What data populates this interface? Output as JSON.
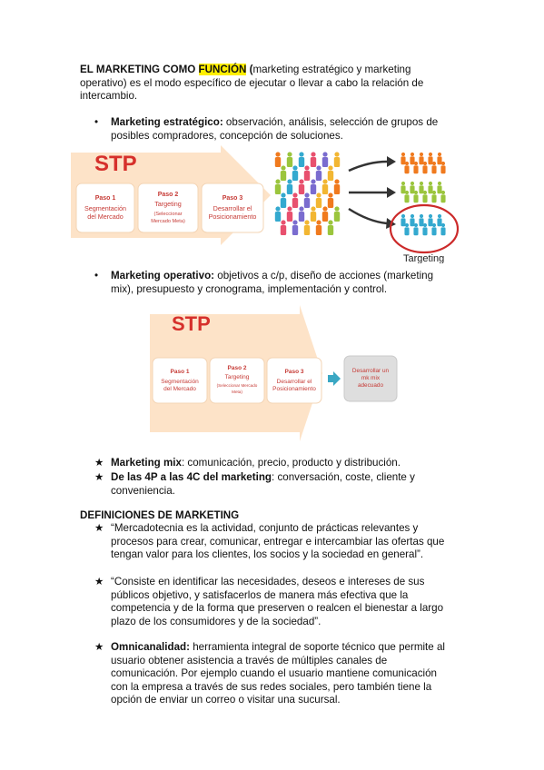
{
  "intro": {
    "prefix": "EL MARKETING COMO ",
    "highlight": "FUNCIÓN",
    "bold_paren": " (",
    "rest_line1": "marketing estratégico y marketing",
    "line2": "operativo) es el modo específico de ejecutar o llevar a cabo la relación de",
    "line3": "intercambio."
  },
  "bullets": [
    {
      "mark": "•",
      "label": "Marketing estratégico:",
      "line1": " observación, análisis, selección de grupos de",
      "line2": "posibles compradores, concepción de soluciones."
    },
    {
      "mark": "•",
      "label": "Marketing operativo:",
      "line1": " objetivos a c/p, diseño de acciones (marketing",
      "line2": "mix), presupuesto y cronograma, implementación y control."
    }
  ],
  "stp1": {
    "title": "STP",
    "steps": [
      {
        "head": "Paso 1",
        "body": [
          "Segmentación",
          "del Mercado"
        ]
      },
      {
        "head": "Paso 2",
        "body": [
          "Targeting",
          "(Seleccionar",
          "Mercado Meta)"
        ]
      },
      {
        "head": "Paso 3",
        "body": [
          "Desarrollar el",
          "Posicionamiento"
        ]
      }
    ],
    "targeting_label": "Targeting"
  },
  "stp2": {
    "title": "STP",
    "steps": [
      {
        "head": "Paso 1",
        "body": [
          "Segmentación",
          "del Mercado"
        ]
      },
      {
        "head": "Paso 2",
        "body": [
          "Targeting",
          "(Seleccionar Mercado",
          "Meta)"
        ]
      },
      {
        "head": "Paso 3",
        "body": [
          "Desarrollar el",
          "Posicionamiento"
        ]
      }
    ],
    "extra_box": [
      "Desarrollar un",
      "mk mix",
      "adecuado"
    ]
  },
  "stars": [
    {
      "mark": "★",
      "label": "Marketing mix",
      "line1": ": comunicación, precio, producto y distribución.",
      "line2": ""
    },
    {
      "mark": "★",
      "label": "De las 4P a las 4C del marketing",
      "line1": ": conversación, coste, cliente y",
      "line2": "conveniencia."
    }
  ],
  "definitions_heading": "DEFINICIONES DE MARKETING",
  "definitions": [
    {
      "mark": "★",
      "label": "",
      "lines": [
        "“Mercadotecnia es la actividad, conjunto de prácticas relevantes y",
        "procesos para crear, comunicar, entregar e intercambiar las ofertas que",
        "tengan valor para los clientes, los socios y la sociedad en general”."
      ]
    },
    {
      "mark": "★",
      "label": "",
      "lines": [
        "“Consiste en identificar las necesidades, deseos e intereses de sus",
        "públicos objetivo, y satisfacerlos de manera más efectiva que la",
        "competencia y de la forma que preserven o realcen el bienestar a largo",
        "plazo de los consumidores y de la sociedad”."
      ]
    },
    {
      "mark": "★",
      "label": "Omnicanalidad:",
      "lines": [
        " herramienta integral de soporte técnico que permite al",
        "usuario obtener asistencia a través de múltiples canales de",
        "comunicación. Por ejemplo cuando el usuario mantiene comunicación",
        "con la empresa a través de sus redes sociales, pero también tiene la",
        "opción de enviar un correo o visitar una sucursal."
      ]
    }
  ],
  "colors": {
    "stp_red": "#d6302b",
    "arrow_fill": "#fde3c8",
    "box_text": "#c63a35",
    "orange": "#f07a1e",
    "green": "#9bc53d",
    "blue": "#34a9cf",
    "circle_red": "#cc2a2a"
  }
}
